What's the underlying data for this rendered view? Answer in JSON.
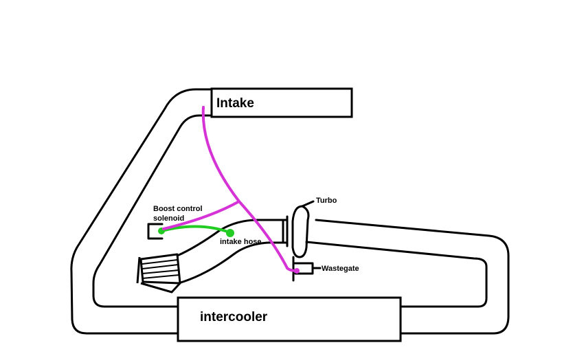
{
  "labels": {
    "intake": "Intake",
    "intercooler": "intercooler",
    "turbo": "Turbo",
    "wastegate": "Wastegate",
    "boost_line1": "Boost control",
    "boost_line2": "solenoid",
    "intake_hose": "intake hose"
  },
  "colors": {
    "outline": "#000000",
    "vacuum_line": "#d633d6",
    "intake_hose_line": "#22cc22",
    "background": "#ffffff"
  }
}
